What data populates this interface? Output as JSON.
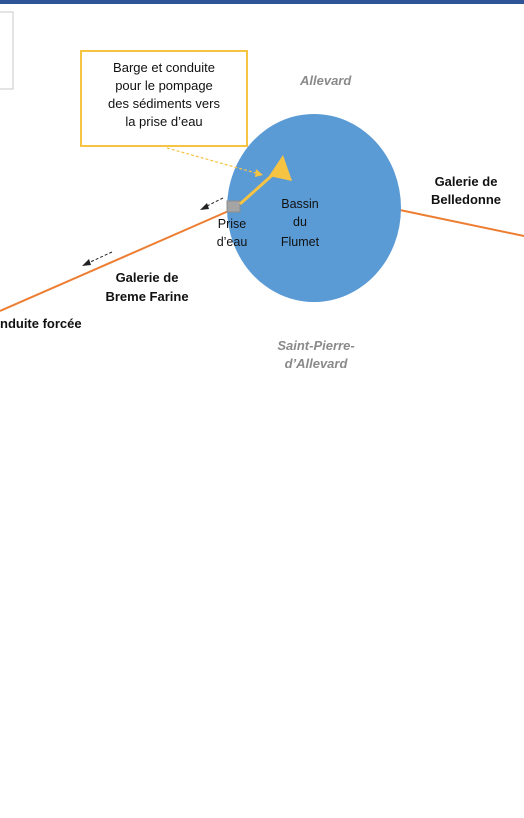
{
  "diagram": {
    "callout_lines": [
      "Barge et conduite",
      "pour le pompage",
      "des sédiments vers",
      "la prise d’eau"
    ],
    "labels": {
      "allevard": "Allevard",
      "bassin_l1": "Bassin",
      "bassin_l2": "du",
      "bassin_l3": "Flumet",
      "prise_l1": "Prise",
      "prise_l2": "d’eau",
      "belledonne_l1": "Galerie de",
      "belledonne_l2": "Belledonne",
      "breme_l1": "Galerie de",
      "breme_l2": "Breme Farine",
      "conduite": "nduite forcée",
      "stpierre_l1": "Saint-Pierre-",
      "stpierre_l2": "d’Allevard"
    },
    "colors": {
      "top_border": "#2f5597",
      "basin_fill": "#5b9bd5",
      "pipe": "#ed7d31",
      "barge": "#f6c343",
      "intake": "#a5a5a5"
    }
  }
}
